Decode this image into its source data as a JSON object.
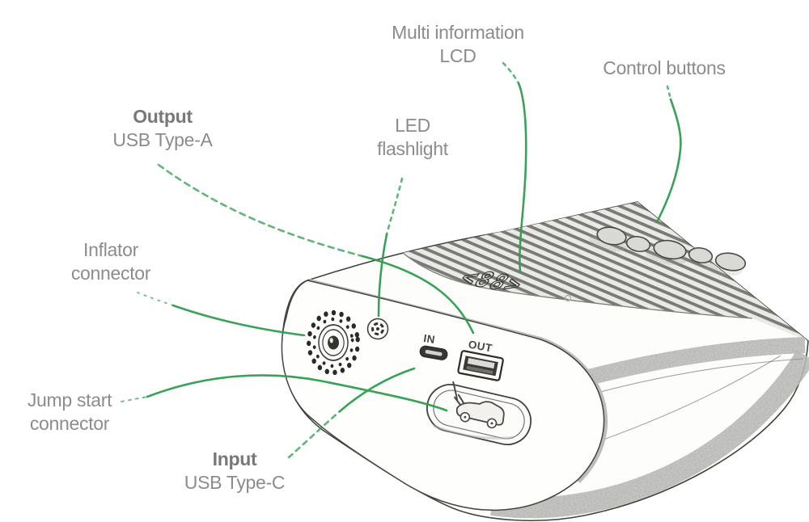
{
  "labels": {
    "lcd": {
      "line1": "Multi information",
      "line2": "LCD"
    },
    "control": {
      "line1": "Control buttons"
    },
    "output": {
      "title": "Output",
      "sub": "USB Type-A"
    },
    "led": {
      "line1": "LED",
      "line2": "flashlight"
    },
    "inflator": {
      "line1": "Inflator",
      "line2": "connector"
    },
    "jump_start": {
      "line1": "Jump start",
      "line2": "connector"
    },
    "input": {
      "title": "Input",
      "sub": "USB Type-C"
    }
  },
  "device": {
    "port_markings": {
      "in": "IN",
      "out": "OUT"
    },
    "lcd_display": "<88>"
  },
  "colors": {
    "leader_line": "#2f9e4e",
    "label_text": "#8c8c8c",
    "label_text_bold": "#787878",
    "sketch_line": "#44423e"
  }
}
